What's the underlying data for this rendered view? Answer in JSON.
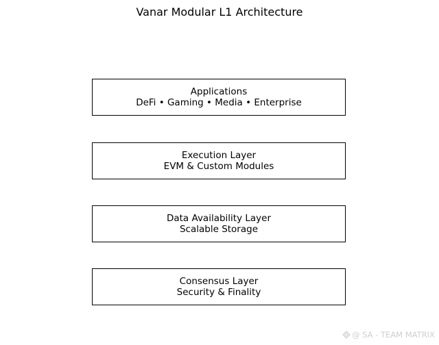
{
  "diagram": {
    "title": "Vanar Modular L1 Architecture",
    "layers": [
      {
        "name": "Applications",
        "detail": "DeFi • Gaming • Media • Enterprise"
      },
      {
        "name": "Execution Layer",
        "detail": "EVM & Custom Modules"
      },
      {
        "name": "Data Availability Layer",
        "detail": "Scalable Storage"
      },
      {
        "name": "Consensus Layer",
        "detail": "Security & Finality"
      }
    ]
  },
  "watermark": {
    "icon": "watermark-logo-icon",
    "text": "@ SA - TEAM MATRIX",
    "color": "#cfcfcf"
  }
}
